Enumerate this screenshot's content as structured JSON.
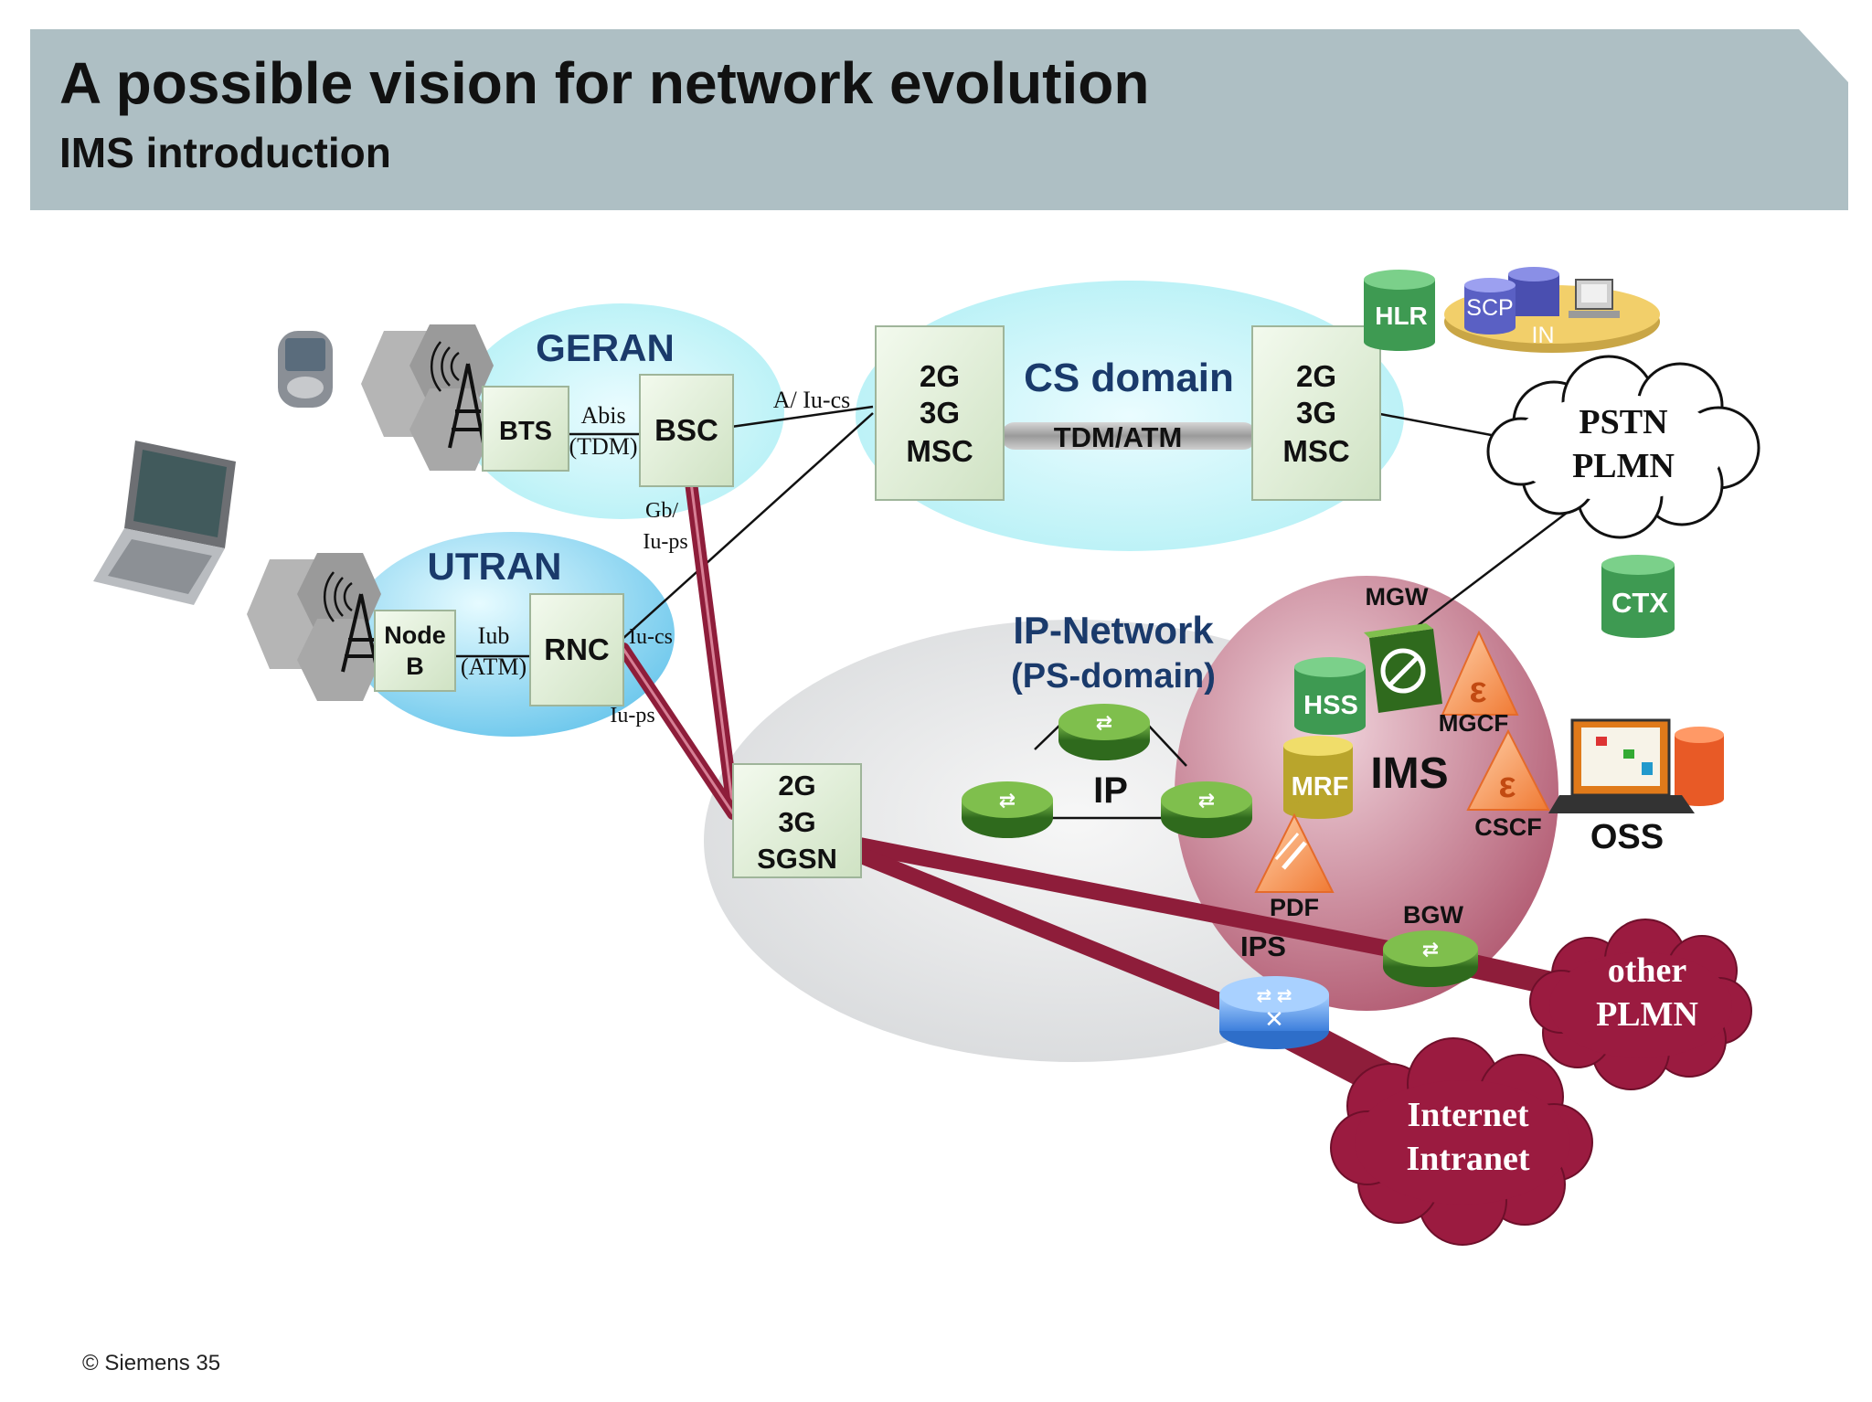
{
  "header": {
    "title": "A possible vision for network evolution",
    "subtitle": "IMS introduction"
  },
  "footer": {
    "copyright": "© Siemens 35"
  },
  "domains": {
    "geran": "GERAN",
    "utran": "UTRAN",
    "cs_domain": "CS domain",
    "tdm_atm": "TDM/ATM",
    "ip_network": "IP-Network",
    "ps_domain": "(PS-domain)",
    "ip": "IP",
    "ims": "IMS"
  },
  "nodes": {
    "bts": "BTS",
    "bsc": "BSC",
    "node_b_1": "Node",
    "node_b_2": "B",
    "rnc": "RNC",
    "msc_left": [
      "2G",
      "3G",
      "MSC"
    ],
    "msc_right": [
      "2G",
      "3G",
      "MSC"
    ],
    "sgsn": [
      "2G",
      "3G",
      "SGSN"
    ],
    "hlr": "HLR",
    "scp": "SCP",
    "in": "IN",
    "ctx": "CTX",
    "mgw": "MGW",
    "hss": "HSS",
    "mgcf": "MGCF",
    "mrf": "MRF",
    "cscf": "CSCF",
    "oss": "OSS",
    "pdf": "PDF",
    "bgw": "BGW",
    "ips": "IPS"
  },
  "interfaces": {
    "abis": "Abis",
    "tdm": "(TDM)",
    "iub": "Iub",
    "atm": "(ATM)",
    "a_iu_cs": "A/ Iu-cs",
    "gb": "Gb/",
    "iu_ps_top": "Iu-ps",
    "iu_cs": "Iu-cs",
    "iu_ps_bottom": "Iu-ps"
  },
  "clouds": {
    "pstn": "PSTN",
    "plmn": "PLMN",
    "other": "other",
    "other_plmn": "PLMN",
    "internet": "Internet",
    "intranet": "Intranet"
  },
  "colors": {
    "header_bg": "#aebfc4",
    "trunk": "#8e1d3a",
    "cloud_dark": "#9b1b40",
    "node_box": "#e6f2dc",
    "label_blue": "#1a3a6b",
    "router_green": "#4e8a2a",
    "ims_red": "#c46e82"
  }
}
